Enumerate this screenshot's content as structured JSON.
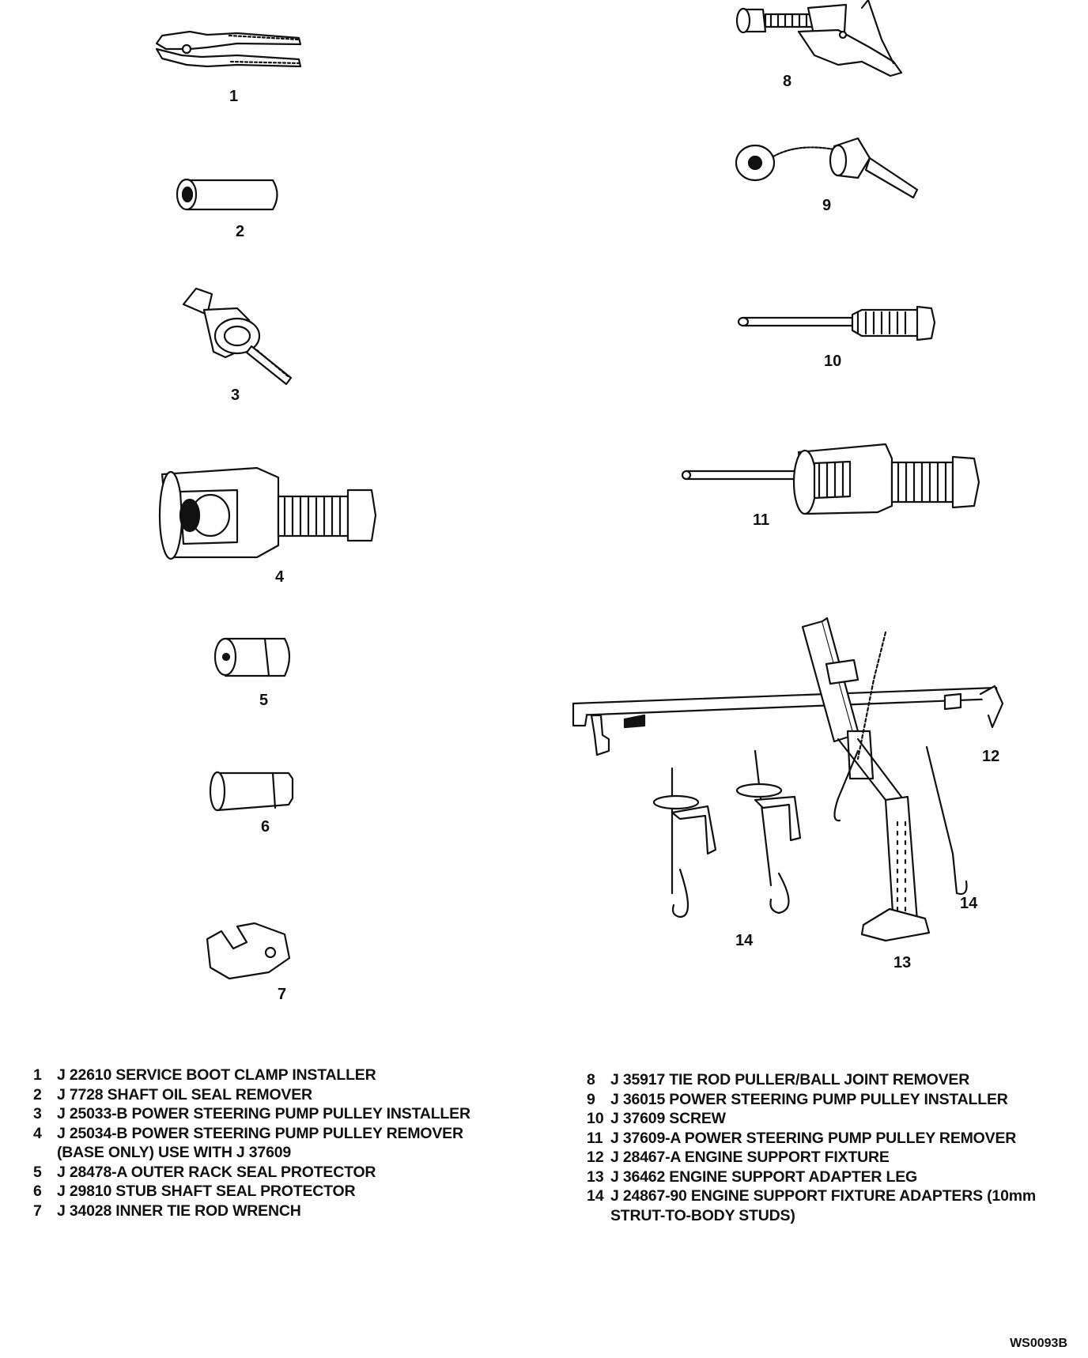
{
  "callouts": [
    "1",
    "2",
    "3",
    "4",
    "5",
    "6",
    "7",
    "8",
    "9",
    "10",
    "11",
    "12",
    "13",
    "14",
    "14"
  ],
  "legend_left": [
    {
      "num": "1",
      "text": "J 22610 SERVICE BOOT CLAMP INSTALLER"
    },
    {
      "num": "2",
      "text": "J 7728 SHAFT OIL SEAL REMOVER"
    },
    {
      "num": "3",
      "text": "J 25033-B POWER STEERING PUMP PULLEY INSTALLER"
    },
    {
      "num": "4",
      "text": "J 25034-B POWER STEERING PUMP PULLEY REMOVER"
    },
    {
      "num": "",
      "text": "(BASE ONLY) USE WITH J 37609"
    },
    {
      "num": "5",
      "text": "J 28478-A OUTER RACK SEAL PROTECTOR"
    },
    {
      "num": "6",
      "text": "J 29810 STUB SHAFT SEAL PROTECTOR"
    },
    {
      "num": "7",
      "text": "J 34028 INNER TIE ROD WRENCH"
    }
  ],
  "legend_right": [
    {
      "num": "8",
      "text": "J 35917 TIE ROD PULLER/BALL JOINT REMOVER"
    },
    {
      "num": "9",
      "text": "J 36015 POWER STEERING PUMP PULLEY INSTALLER"
    },
    {
      "num": "10",
      "text": "J 37609 SCREW"
    },
    {
      "num": "11",
      "text": "J 37609-A POWER STEERING PUMP PULLEY REMOVER"
    },
    {
      "num": "12",
      "text": "J 28467-A ENGINE SUPPORT FIXTURE"
    },
    {
      "num": "13",
      "text": "J 36462 ENGINE SUPPORT ADAPTER LEG"
    },
    {
      "num": "14",
      "text": "J 24867-90 ENGINE SUPPORT FIXTURE ADAPTERS (10mm"
    },
    {
      "num": "",
      "text": "STRUT-TO-BODY STUDS)"
    }
  ],
  "figure_id": "WS0093B",
  "line_color": "#111111"
}
